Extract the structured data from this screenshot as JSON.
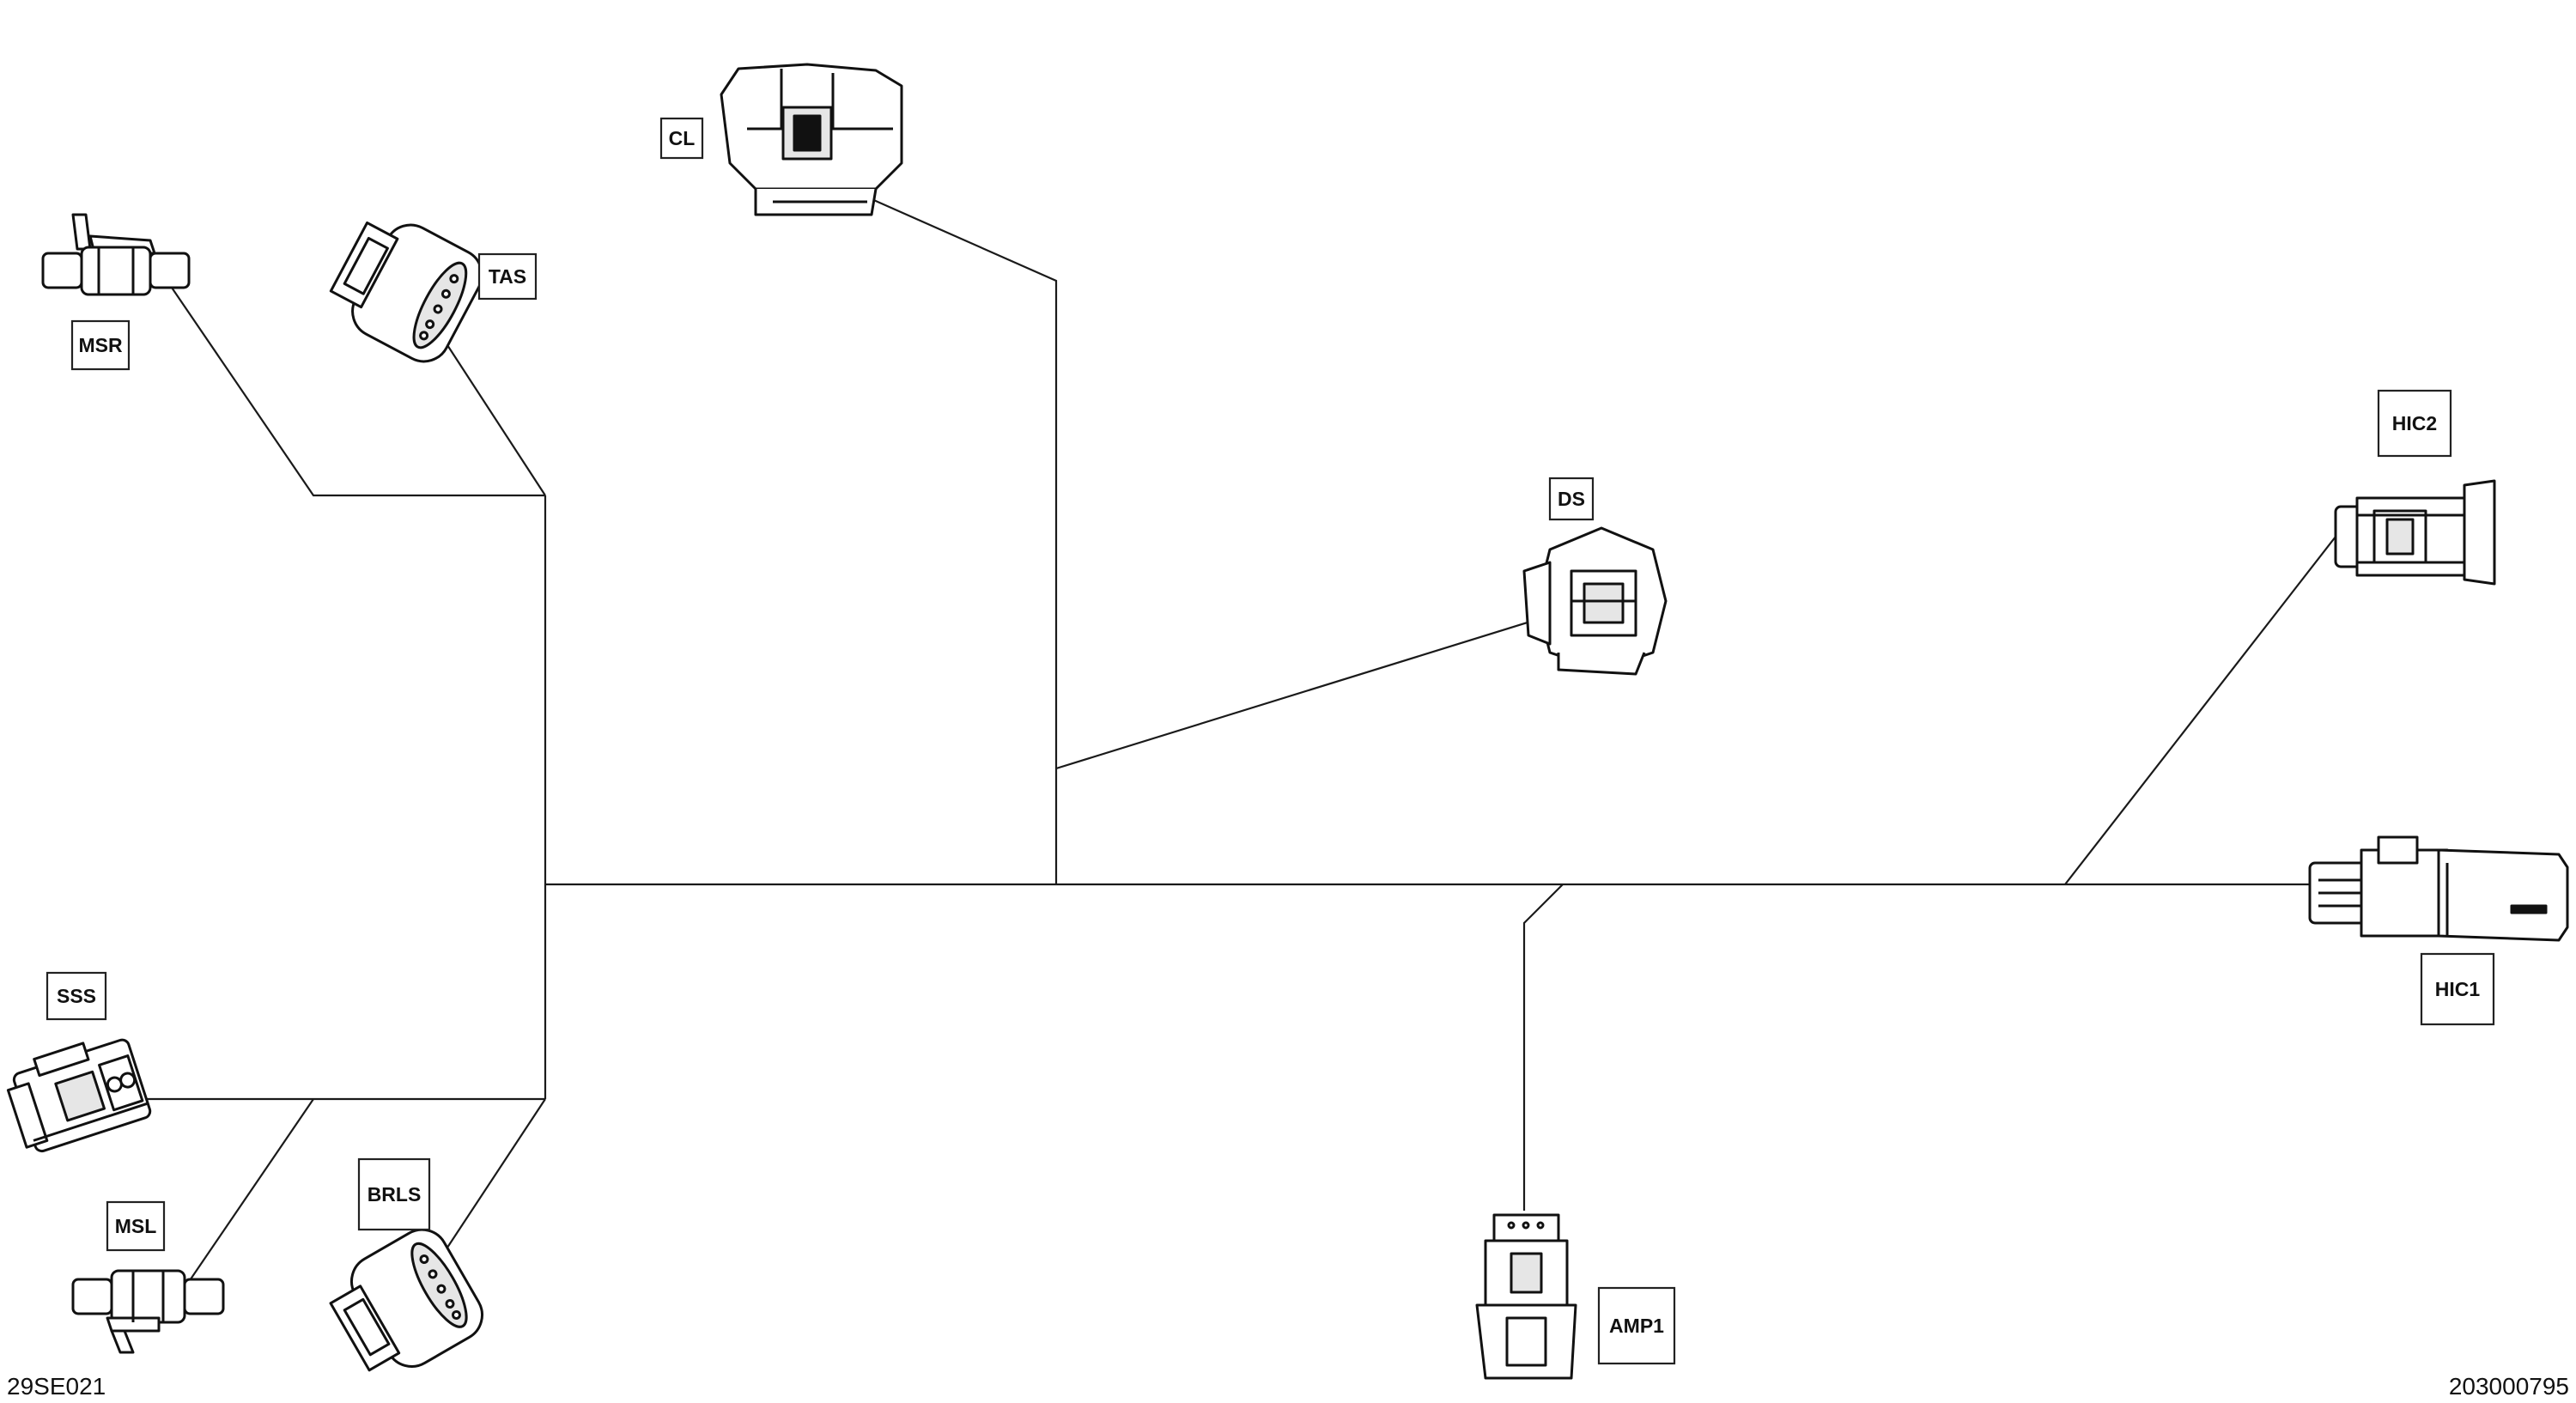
{
  "diagram": {
    "figure_code": "29SE021",
    "part_number": "203000795",
    "connectors": {
      "cl": "CL",
      "tas": "TAS",
      "msr": "MSR",
      "ds": "DS",
      "hic2": "HIC2",
      "hic1": "HIC1",
      "sss": "SSS",
      "msl": "MSL",
      "brls": "BRLS",
      "amp1": "AMP1"
    }
  }
}
